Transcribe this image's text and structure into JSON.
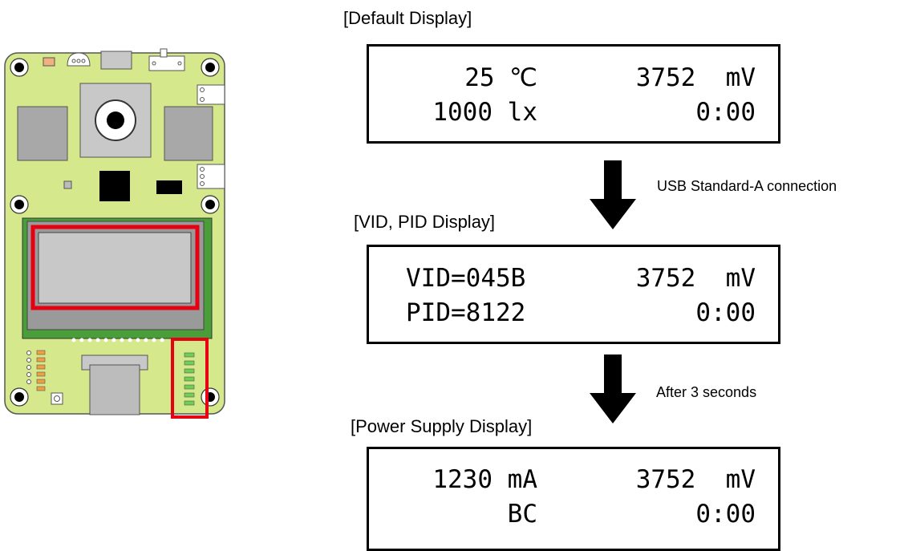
{
  "sections": {
    "default": {
      "title": "[Default Display]",
      "line1_left": "25 ℃",
      "line1_right": "3752  mV",
      "line2_left": "1000 lx",
      "line2_right": "0:00"
    },
    "vidpid": {
      "title": "[VID, PID Display]",
      "line1_left": "VID=045B",
      "line1_right": "3752  mV",
      "line2_left": "PID=8122",
      "line2_right": "0:00"
    },
    "power": {
      "title": "[Power Supply Display]",
      "line1_left": "1230 mA",
      "line1_right": "3752  mV",
      "line2_left": "BC",
      "line2_right": "0:00"
    }
  },
  "transitions": {
    "first": "USB Standard-A connection",
    "second": "After 3 seconds"
  },
  "colors": {
    "board": "#d6e88c",
    "highlight": "#e60012",
    "lcd_panel": "#4a9e3a",
    "led": "#6ecf52",
    "led_orange": "#f0a040"
  }
}
